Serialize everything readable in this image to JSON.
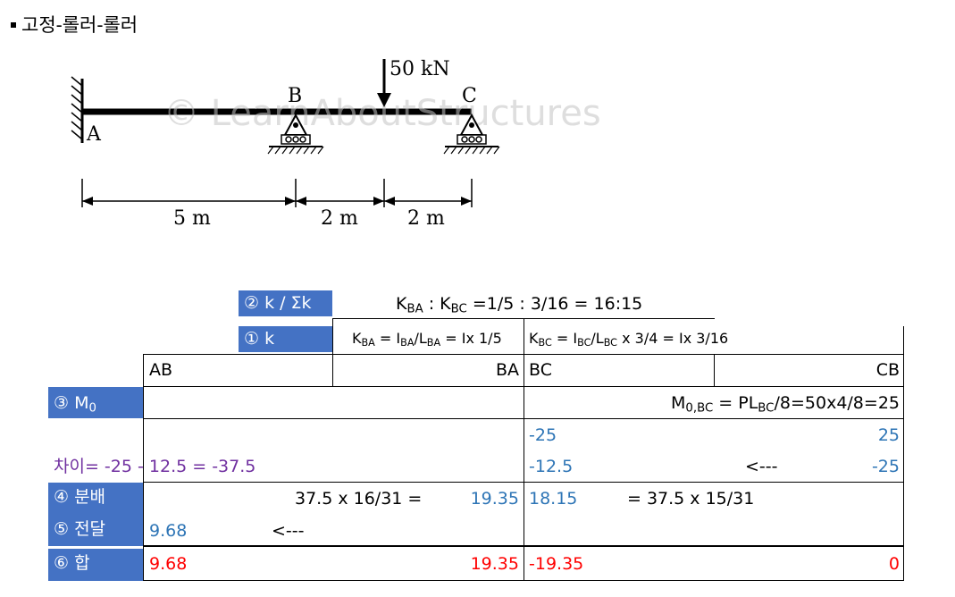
{
  "heading": "고정-롤러-롤러",
  "diagram": {
    "load": "50 kN",
    "support_a": "A",
    "support_b": "B",
    "support_c": "C",
    "span_ab": "5 m",
    "span_b_load": "2 m",
    "span_load_c": "2 m",
    "watermark": "© LearnAboutStructures"
  },
  "table": {
    "row_k_ratio": {
      "label": "② k / Σk",
      "k_ba": "K",
      "k_ba_sub": "BA",
      "colon": " : K",
      "k_bc_sub": "BC",
      "value": " =1/5 : 3/16  = 16:15"
    },
    "row_k": {
      "label": "① k",
      "ba_k": "K",
      "ba_k_sub": "BA",
      "ba_eq": " = I",
      "ba_i_sub": "BA",
      "ba_slash": "/L",
      "ba_l_sub": "BA",
      "ba_val": " = Ix 1/5",
      "bc_k": "K",
      "bc_k_sub": "BC",
      "bc_eq": " = I",
      "bc_i_sub": "BC",
      "bc_slash": "/L",
      "bc_l_sub": "BC",
      "bc_val": " x 3/4 = Ix 3/16"
    },
    "cols": {
      "ab": "AB",
      "ba": "BA",
      "bc": "BC",
      "cb": "CB"
    },
    "row_m0": {
      "label_main": "③ M",
      "label_sub": "0",
      "formula_m": "M",
      "formula_sub": "0,BC",
      "formula_eq": " = PL",
      "formula_l_sub": "BC",
      "formula_val": "/8=50x4/8=25"
    },
    "row_fem": {
      "bc": "-25",
      "cb": "25"
    },
    "row_diff": {
      "text": "차이= -25 - 12.5 = -37.5",
      "bc": "-12.5",
      "arrow": "<---",
      "cb": "-25"
    },
    "row_dist": {
      "label": "④ 분배",
      "ba_formula": "37.5 x 16/31 =",
      "ba": "19.35",
      "bc": "18.15",
      "bc_formula": "= 37.5 x 15/31"
    },
    "row_carry": {
      "label": "⑤ 전달",
      "ab": "9.68",
      "arrow": "<---"
    },
    "row_sum": {
      "label": "⑥ 합",
      "ab": "9.68",
      "ba": "19.35",
      "bc": "-19.35",
      "cb": "0"
    }
  },
  "colors": {
    "header_bg": "#4472c4",
    "blue": "#2e75b6",
    "red": "#ff0000",
    "purple": "#7030a0"
  }
}
